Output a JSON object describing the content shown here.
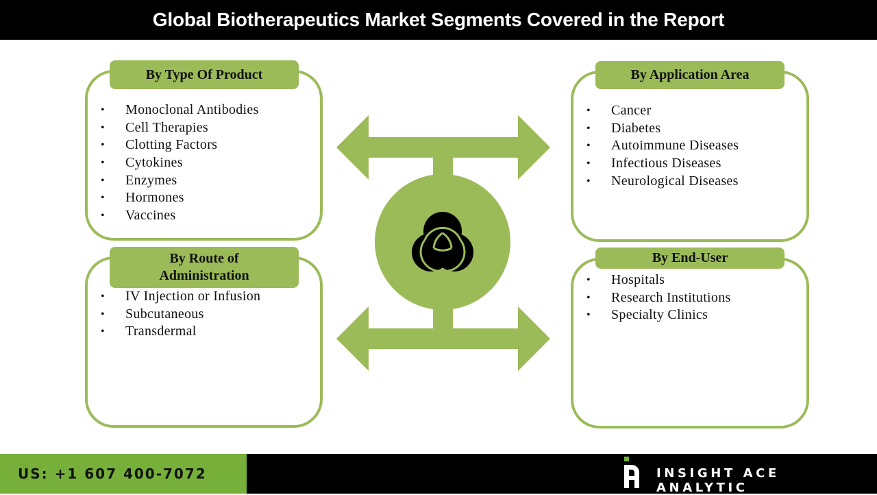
{
  "header": {
    "title": "Global Biotherapeutics Market Segments Covered in the Report"
  },
  "colors": {
    "accent_green": "#9bbb59",
    "footer_green": "#76b03a",
    "header_bg": "#000000",
    "icon_black": "#000000"
  },
  "segments": {
    "type_of_product": {
      "title": "By Type Of Product",
      "items": [
        "Monoclonal Antibodies",
        "Cell Therapies",
        "Clotting Factors",
        "Cytokines",
        "Enzymes",
        "Hormones",
        "Vaccines"
      ]
    },
    "route_of_administration": {
      "title": "By Route of Administration",
      "items": [
        "IV Injection or Infusion",
        "Subcutaneous",
        "Transdermal"
      ]
    },
    "application_area": {
      "title": "By Application Area",
      "items": [
        "Cancer",
        "Diabetes",
        "Autoimmune Diseases",
        "Infectious Diseases",
        "Neurological Diseases"
      ]
    },
    "end_user": {
      "title": "By End-User",
      "items": [
        "Hospitals",
        "Research Institutions",
        "Specialty Clinics"
      ]
    }
  },
  "bullet_glyph": "•",
  "center": {
    "icon": "venn-three-circles-icon",
    "arrows": [
      "double-arrow-top",
      "double-arrow-bottom"
    ]
  },
  "footer": {
    "phone": "US: +1 607 400-7072",
    "brand": "INSIGHT ACE ANALYTIC"
  }
}
